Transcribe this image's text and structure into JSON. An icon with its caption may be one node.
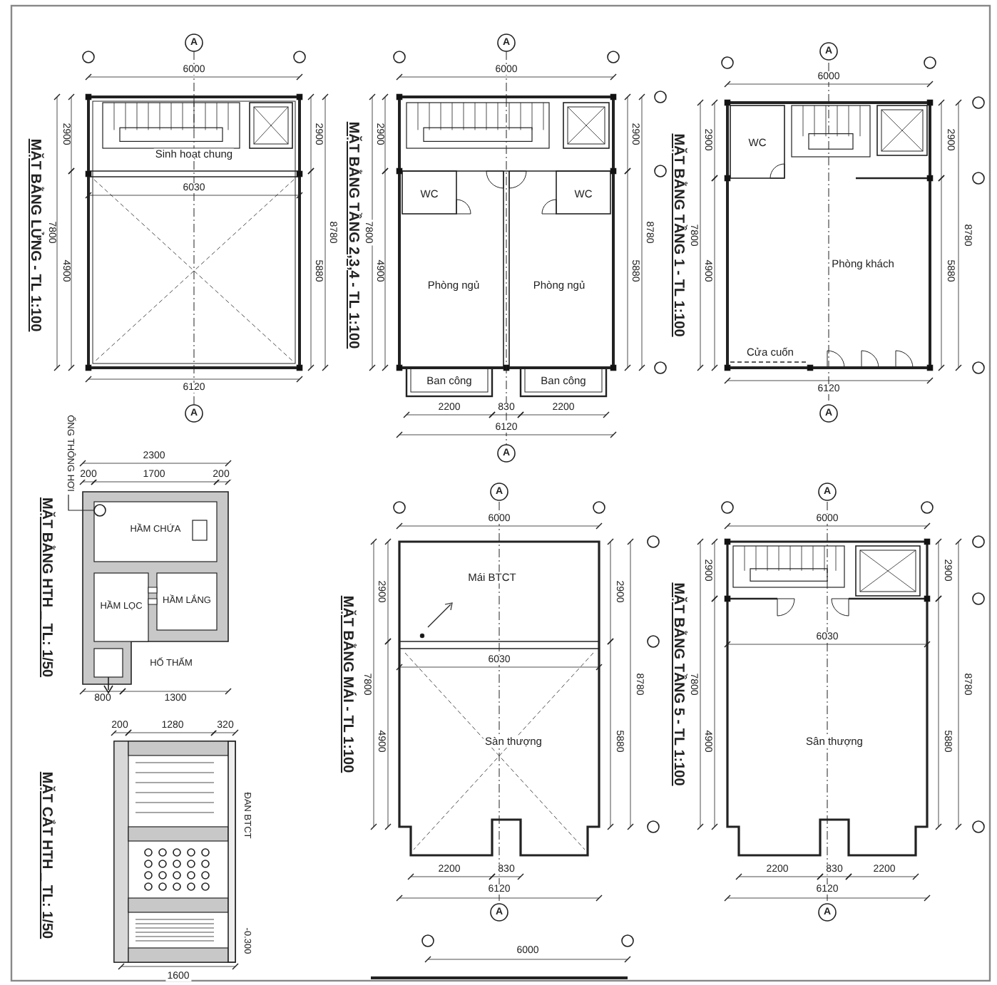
{
  "diagram": {
    "nodes": [
      {
        "text": [
          "ỐNG THÔNG HƠI"
        ]
      },
      {
        "text": [],
        "shape": "circle"
      }
    ],
    "edges": [
      {
        "from": 0,
        "to": 1,
        "arrow": "none"
      }
    ],
    "labels": [
      "A",
      "6000",
      "MẶT BẰNG LỬNG - TL 1:100",
      "2900",
      "Sinh hoạt chung",
      "2900",
      "6030",
      "7800",
      "8780",
      "4900",
      "5880",
      "6120",
      "A",
      "A",
      "6000",
      "MẶT BẰNG TẦNG 2,3,4 - TL 1:100",
      "2900",
      "2900",
      "WC",
      "WC",
      "7800",
      "8780",
      "Phòng ngủ",
      "Phòng ngủ",
      "4900",
      "5880",
      "Ban công",
      "Ban công",
      "2200",
      "830",
      "2200",
      "6120",
      "A",
      "A",
      "6000",
      "MẶT BẰNG TẦNG 1 - TL 1:100",
      "2900",
      "WC",
      "2900",
      "7800",
      "8780",
      "Phòng khách",
      "4900",
      "5880",
      "Cửa cuốn",
      "6120",
      "A",
      "2300",
      "200",
      "1700",
      "200",
      "MẶT BẰNG HTH _ TL: 1/50",
      "HẦM CHỨA",
      "HẦM LỌC",
      "HẦM LẮNG",
      "HỐ THẤM",
      "800",
      "1300",
      "200",
      "1280",
      "320",
      "MẶT CẮT HTH _ TL: 1/50",
      "ĐAN BTCT",
      "-0.300",
      "1600",
      "A",
      "6000",
      "MẶT BẰNG MÁI - TL 1:100",
      "Mái BTCT",
      "2900",
      "2900",
      "6030",
      "7800",
      "8780",
      "Sàn thượng",
      "4900",
      "5880",
      "2200",
      "830",
      "6120",
      "A",
      "A",
      "6000",
      "MẶT BẰNG TẦNG 5 - TL 1:100",
      "2900",
      "2900",
      "6030",
      "7800",
      "8780",
      "Sân thượng",
      "4900",
      "5880",
      "2200",
      "830",
      "2200",
      "6120",
      "A",
      "6000"
    ]
  }
}
